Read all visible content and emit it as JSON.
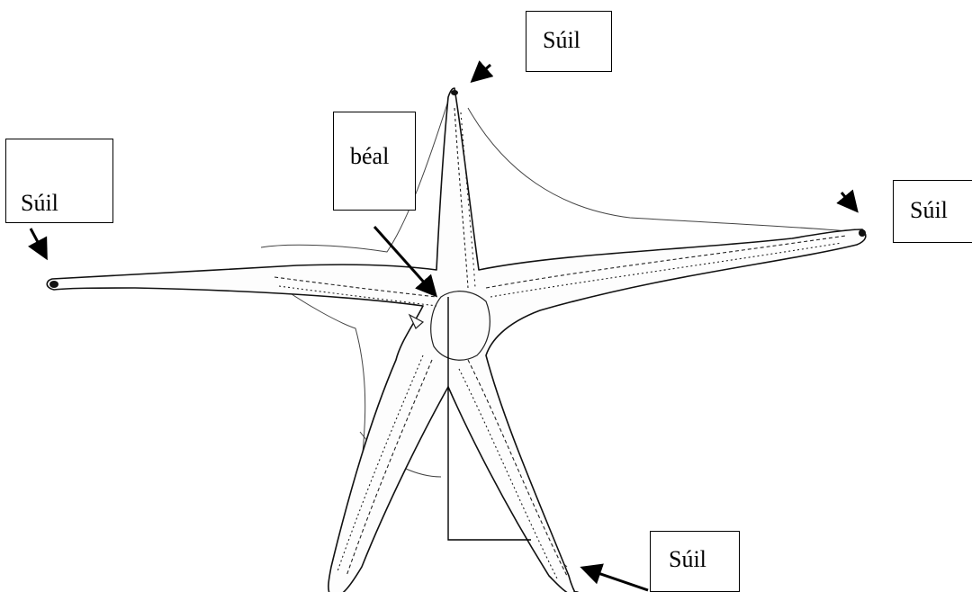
{
  "labels": {
    "eye_top": "Súil",
    "eye_left": "Súil",
    "eye_right": "Súil",
    "eye_bottom": "Súil",
    "mouth": "béal"
  },
  "colors": {
    "ink": "#000000",
    "background": "#ffffff"
  }
}
